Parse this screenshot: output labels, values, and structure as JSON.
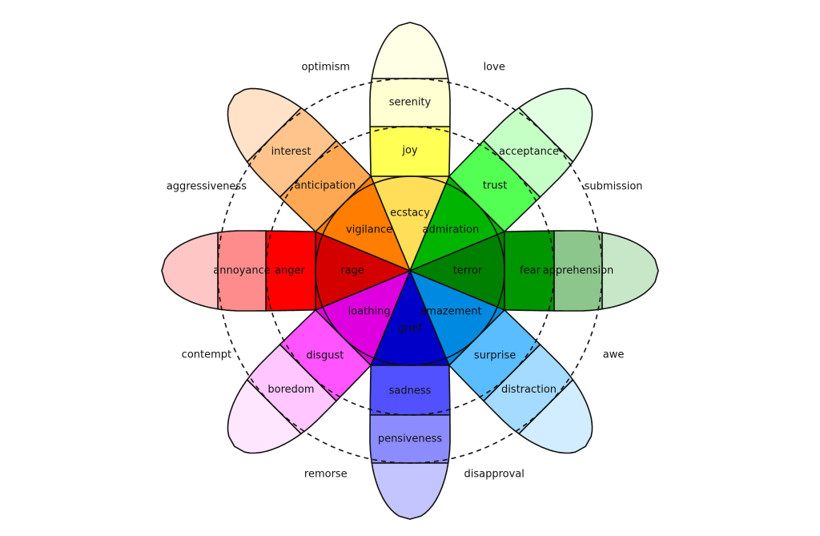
{
  "petals": [
    {
      "key": "joy",
      "labels": [
        "ecstacy",
        "joy",
        "serenity"
      ],
      "colors": [
        "#ffde59",
        "#ffff54",
        "#ffffd1"
      ]
    },
    {
      "key": "trust",
      "labels": [
        "admiration",
        "trust",
        "acceptance"
      ],
      "colors": [
        "#00b400",
        "#54ff54",
        "#c6ffc6"
      ]
    },
    {
      "key": "fear",
      "labels": [
        "terror",
        "fear",
        "apprehension"
      ],
      "colors": [
        "#008000",
        "#009600",
        "#8cc68c"
      ]
    },
    {
      "key": "surprise",
      "labels": [
        "amazement",
        "surprise",
        "distraction"
      ],
      "colors": [
        "#0089e0",
        "#59bdff",
        "#a5dbff"
      ]
    },
    {
      "key": "sadness",
      "labels": [
        "grief",
        "sadness",
        "pensiveness"
      ],
      "colors": [
        "#0000c8",
        "#5151ff",
        "#8c8cff"
      ]
    },
    {
      "key": "disgust",
      "labels": [
        "loathing",
        "disgust",
        "boredom"
      ],
      "colors": [
        "#de00de",
        "#ff54ff",
        "#ffc6ff"
      ]
    },
    {
      "key": "anger",
      "labels": [
        "rage",
        "anger",
        "annoyance"
      ],
      "colors": [
        "#d40000",
        "#ff0000",
        "#ff8c8c"
      ]
    },
    {
      "key": "anticipation",
      "labels": [
        "vigilance",
        "anticipation",
        "interest"
      ],
      "colors": [
        "#ff7d00",
        "#ffa854",
        "#ffc48c"
      ]
    }
  ],
  "petal_tip_colors": [
    "#ffffe6",
    "#e1ffe1",
    "#c8e6c8",
    "#d2edff",
    "#c4c4ff",
    "#ffe6ff",
    "#ffc6c6",
    "#ffe2c8"
  ],
  "dyads": [
    "love",
    "submission",
    "awe",
    "disapproval",
    "remorse",
    "contempt",
    "aggressiveness",
    "optimism"
  ]
}
